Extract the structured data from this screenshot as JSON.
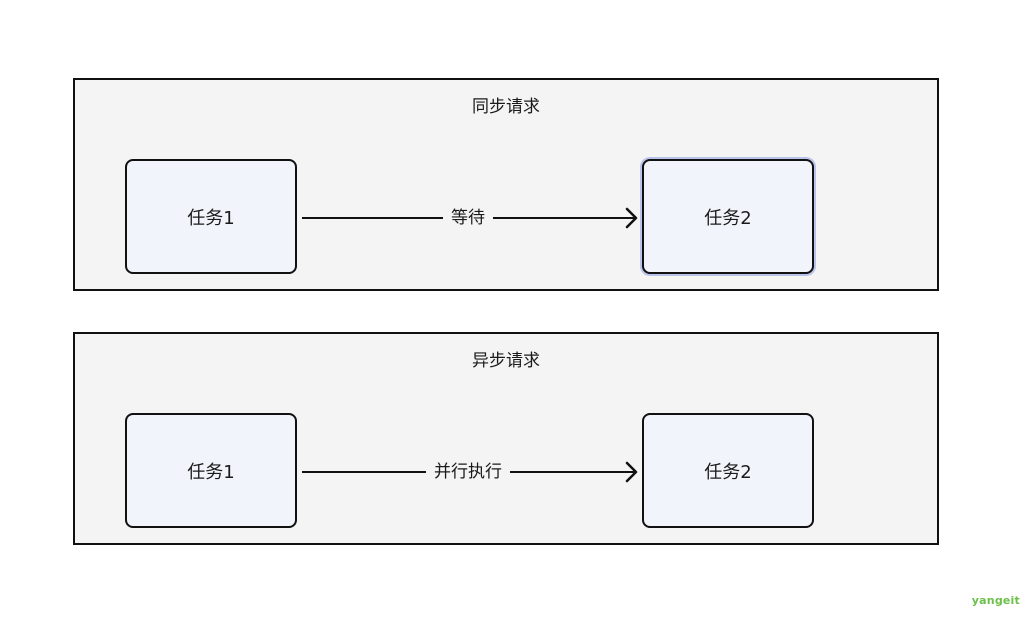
{
  "diagram": {
    "sync": {
      "title": "同步请求",
      "left_task": "任务1",
      "right_task": "任务2",
      "arrow_label": "等待"
    },
    "async": {
      "title": "异步请求",
      "left_task": "任务1",
      "right_task": "任务2",
      "arrow_label": "并行执行"
    }
  },
  "watermark": "yangeit",
  "colors": {
    "panel_background": "#f4f4f4",
    "task_background": "#f1f4fb",
    "border": "#111111",
    "selection_glow": "#b9c3ea",
    "watermark": "#6cc04a"
  }
}
